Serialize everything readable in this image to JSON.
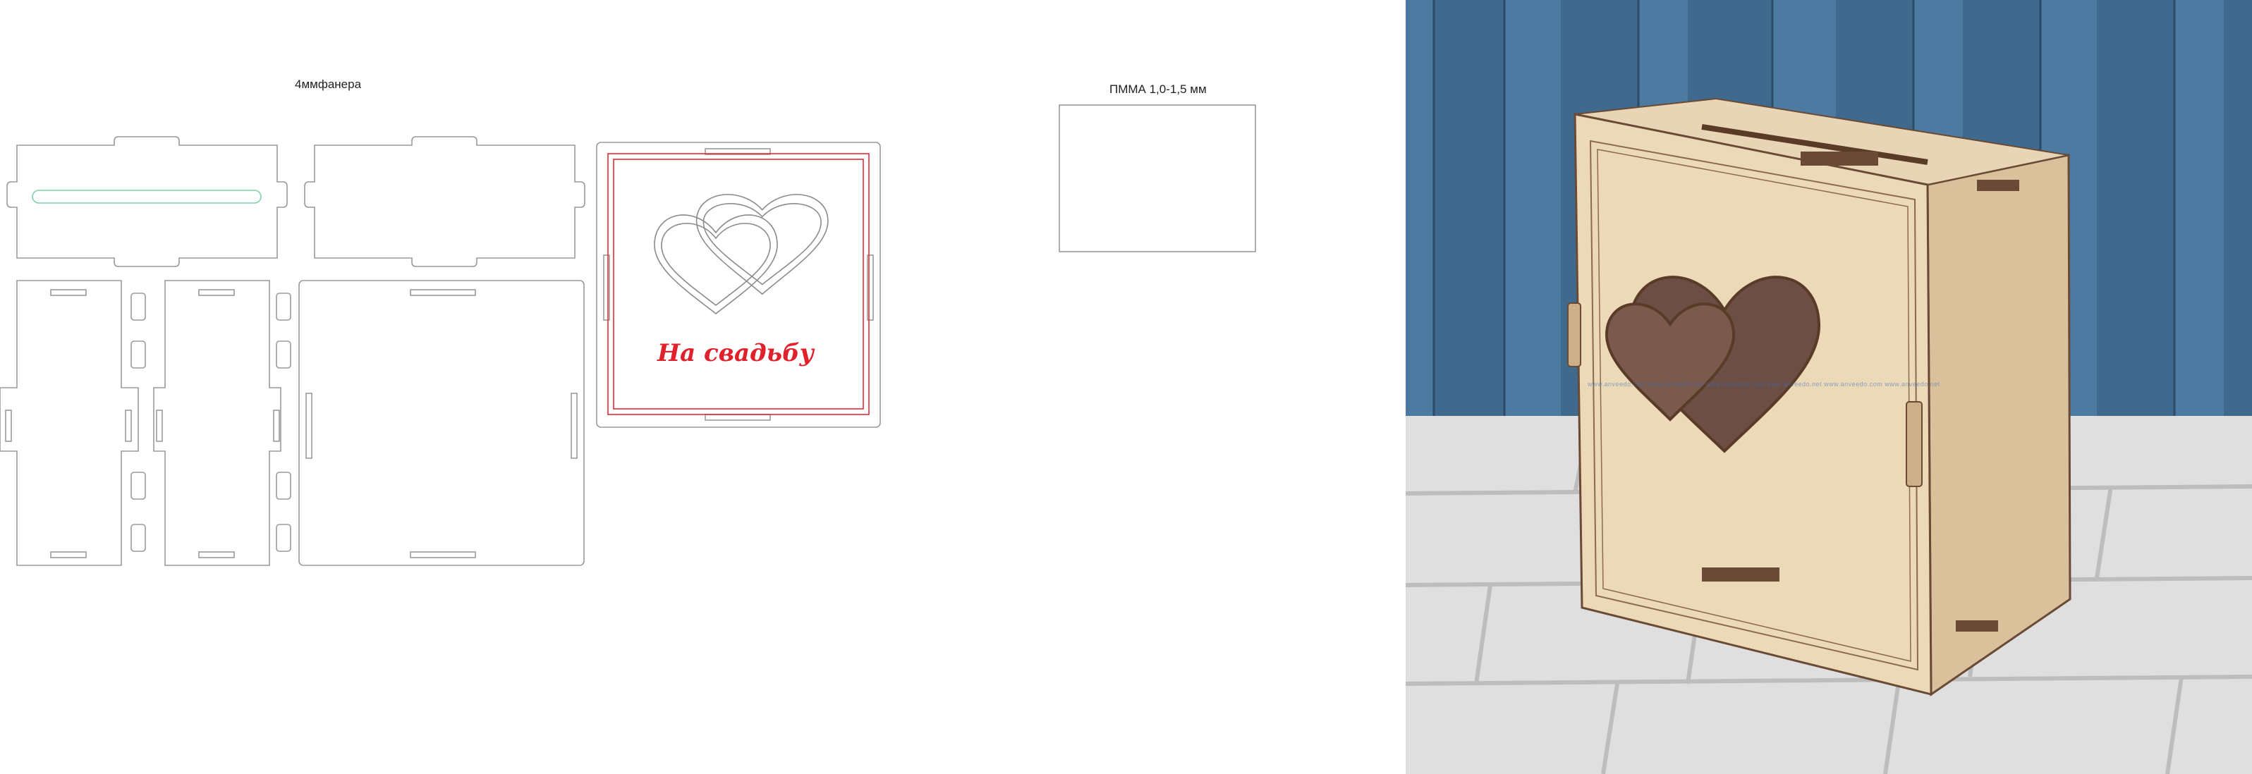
{
  "labels": {
    "material_plywood": "4ммфанера",
    "material_pmma": "ПММА 1,0-1,5 мм",
    "engraving_text": "На свадьбу"
  },
  "photo": {
    "watermark": "www.anveedo.com   www.anveedo.net   www.anveedo.com   www.anveedo.net   www.anveedo.com   www.anveedo.net"
  },
  "colors": {
    "cut_line": "#9a9a9a",
    "engrave_red": "#e0202a",
    "slot_green": "#7fd0a8"
  }
}
